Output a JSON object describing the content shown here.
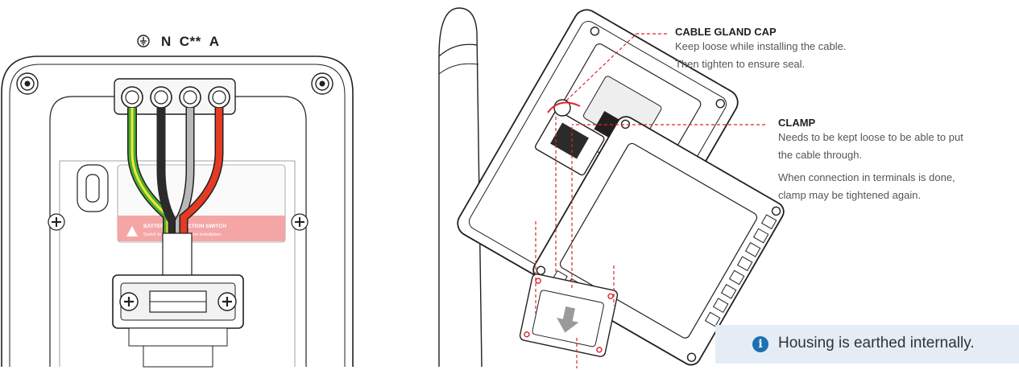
{
  "terminals": {
    "earth_icon": "earth-ground-symbol",
    "labels": [
      "N",
      "C**",
      "A"
    ]
  },
  "cable_gland_cap": {
    "title": "CABLE GLAND CAP",
    "lines": [
      "Keep loose while installing the cable.",
      "Then tighten to ensure seal."
    ]
  },
  "clamp": {
    "title": "CLAMP",
    "para1": [
      "Needs to be kept loose to be able to put",
      "the cable through."
    ],
    "para2": [
      "When connection in terminals is done,",
      "clamp may be tightened again."
    ]
  },
  "info": {
    "icon": "info-circle-icon",
    "text": "Housing is earthed internally."
  },
  "colors": {
    "leader_line": "#e0232e",
    "info_bg": "#e4edf5",
    "info_icon": "#1f6fb2",
    "wire_green_yellow": "#4caf32",
    "wire_red": "#e53a24",
    "wire_black": "#2b2b2b",
    "wire_grey": "#b8b8b8",
    "warning_band": "#f4a6a6"
  },
  "enclosure_print": {
    "warning_line1": "BATTERY CONNECTION SWITCH",
    "warning_line2": "Switch to 'ON' position upon installation."
  }
}
